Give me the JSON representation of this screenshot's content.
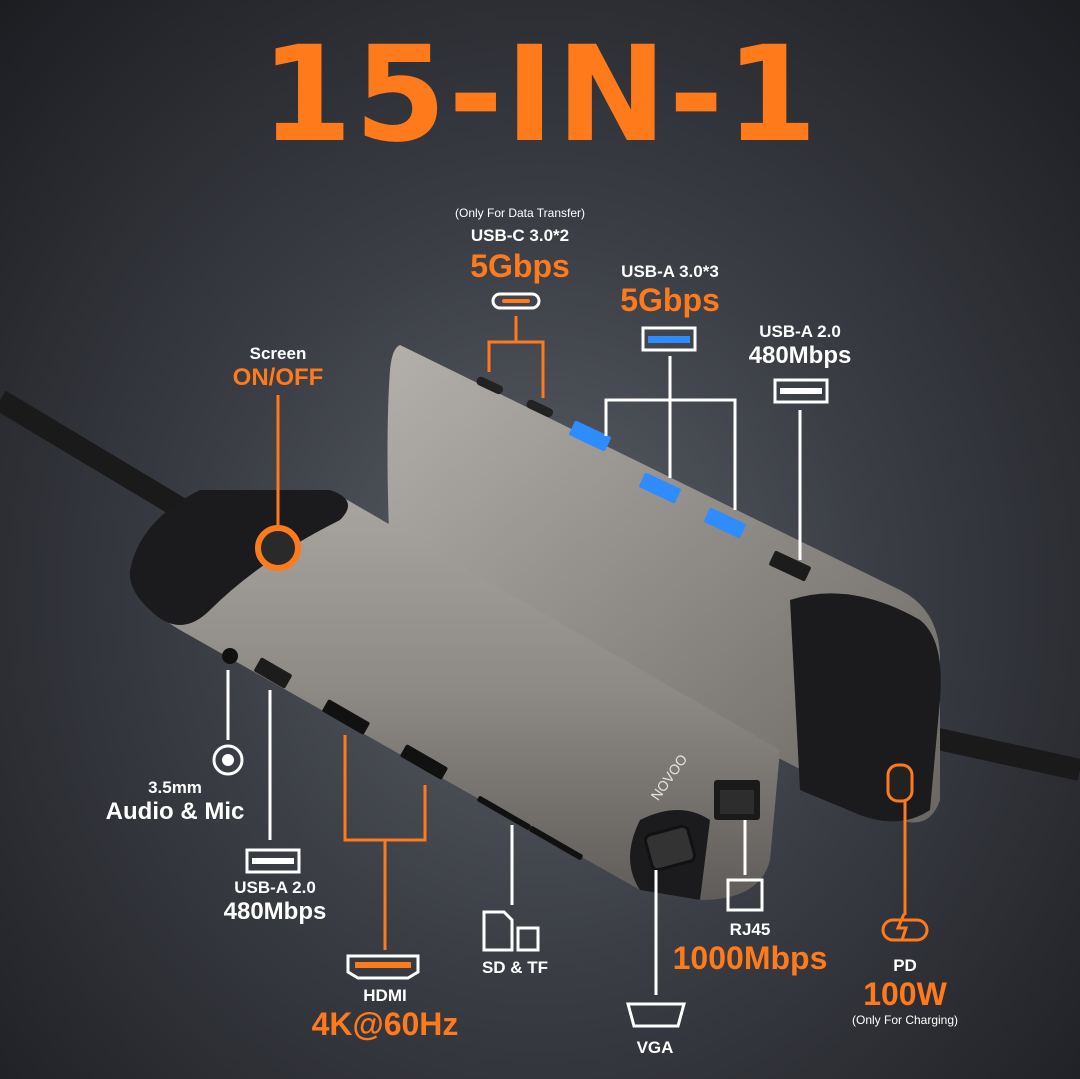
{
  "title": "15-IN-1",
  "labels": {
    "usbc": {
      "note": "(Only For Data Transfer)",
      "name": "USB-C 3.0*2",
      "speed": "5Gbps"
    },
    "usba3": {
      "name": "USB-A 3.0*3",
      "speed": "5Gbps"
    },
    "usba2_top": {
      "name": "USB-A 2.0",
      "speed": "480Mbps"
    },
    "screen": {
      "name": "Screen",
      "state": "ON/OFF"
    },
    "audio": {
      "name": "3.5mm",
      "desc": "Audio & Mic"
    },
    "usba2_bottom": {
      "name": "USB-A 2.0",
      "speed": "480Mbps"
    },
    "hdmi": {
      "name": "HDMI",
      "spec": "4K@60Hz"
    },
    "sd": {
      "name": "SD & TF"
    },
    "vga": {
      "name": "VGA"
    },
    "rj45": {
      "name": "RJ45",
      "speed": "1000Mbps"
    },
    "pd": {
      "name": "PD",
      "power": "100W",
      "note": "(Only For Charging)"
    }
  },
  "brand": "NOVOO",
  "colors": {
    "accent": "#ff7a1a",
    "usb3_blue": "#2f8cff",
    "body": "#8e8a86"
  }
}
